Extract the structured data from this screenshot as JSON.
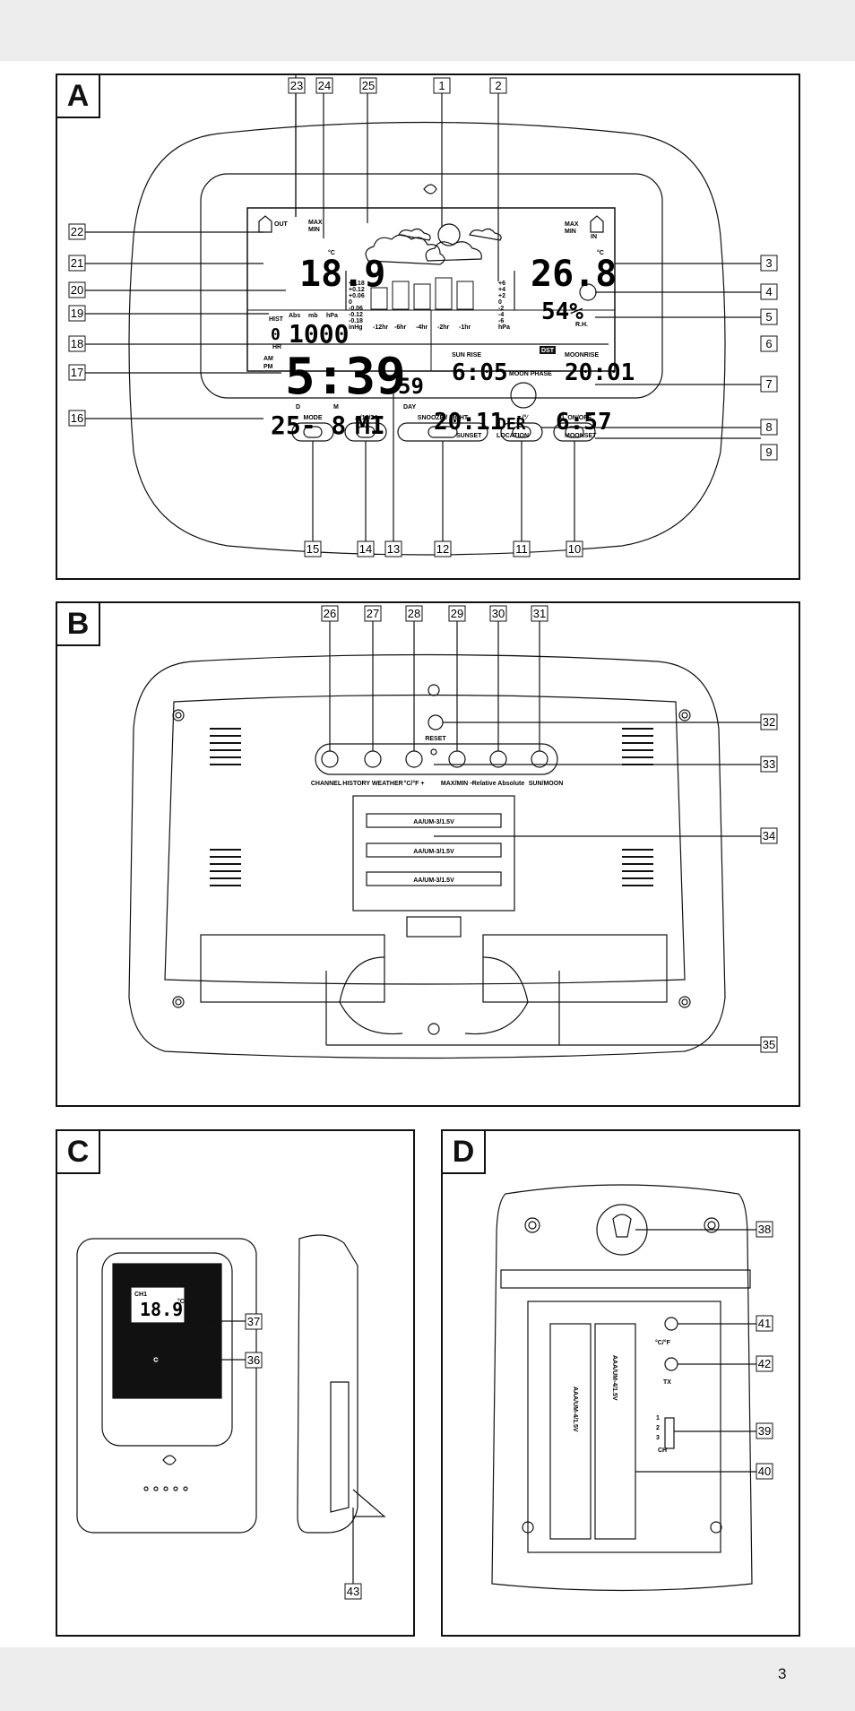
{
  "page_number": "3",
  "panels": [
    {
      "letter": "A"
    },
    {
      "letter": "B"
    },
    {
      "letter": "C"
    },
    {
      "letter": "D"
    }
  ],
  "callouts_a": [
    "23",
    "24",
    "25",
    "1",
    "2",
    "22",
    "21",
    "20",
    "19",
    "18",
    "17",
    "16",
    "3",
    "4",
    "5",
    "6",
    "7",
    "8",
    "9",
    "15",
    "14",
    "13",
    "12",
    "11",
    "10"
  ],
  "callouts_b": [
    "26",
    "27",
    "28",
    "29",
    "30",
    "31",
    "32",
    "33",
    "34",
    "35"
  ],
  "callouts_c": [
    "37",
    "36",
    "43"
  ],
  "callouts_d": [
    "38",
    "41",
    "42",
    "39",
    "40"
  ],
  "display_a": {
    "out_label": "OUT",
    "max_label": "MAX",
    "min_label": "MIN",
    "in_label": "IN",
    "out_temp": "18.9",
    "in_temp": "26.8",
    "deg_c": "°C",
    "hist_label": "HIST",
    "hist_value": "0",
    "hr_label": "HR",
    "abs_label": "Abs",
    "mb_label": "mb",
    "hpa_label": "hPa",
    "pressure": "1000",
    "humidity": "54%",
    "rh_label": "R.H.",
    "pressure_left": [
      "+0.18",
      "+0.12",
      "+0.06",
      "0",
      "-0.06",
      "-0.12",
      "-0.18",
      "inHg"
    ],
    "pressure_right": [
      "+6",
      "+4",
      "+2",
      "0",
      "-2",
      "-4",
      "-6",
      "hPa"
    ],
    "hours": [
      "-12hr",
      "-6hr",
      "-4hr",
      "-2hr",
      "-1hr"
    ],
    "am": "AM",
    "pm": "PM",
    "time_main": "5:39",
    "time_sec": "59",
    "date": "25-  8",
    "d_label": "D",
    "m_label": "M",
    "day_word": "MI",
    "day_label": "DAY",
    "dst": "DST",
    "sunrise_label": "SUN RISE",
    "sunrise": "6:05",
    "moonrise_label": "MOONRISE",
    "moonrise": "20:01",
    "moon_phase_label": "MOON PHASE",
    "sunset": "20:11",
    "sunset_label": "SUNSET",
    "location": "DER",
    "location_label": "LOCATION",
    "moonset": "6:57",
    "moonset_label": "MOONSET",
    "buttons": [
      "MODE",
      "▲/12/24",
      "SNOOZE / LIGHT",
      "▼/°⁄",
      "AL ON/OFF"
    ]
  },
  "back_b": {
    "labels": [
      "CHANNEL",
      "HISTORY WEATHER",
      "°C/°F +",
      "MAX/MIN –",
      "Relative Absolute",
      "SUN/MOON"
    ],
    "reset": "RESET",
    "battery": [
      "AA/UM-3/1.5V",
      "AA/UM-3/1.5V",
      "AA/UM-3/1.5V"
    ]
  },
  "sensor_c": {
    "ch_label": "CH1",
    "temp": "18.9",
    "deg": "°C"
  },
  "sensor_d": {
    "cf_label": "°C/°F",
    "tx_label": "TX",
    "ch_label": "CH",
    "ch_nums": [
      "1",
      "2",
      "3"
    ],
    "battery": [
      "AAA/UM-4/1.5V",
      "AAA/UM-4/1.5V"
    ]
  }
}
